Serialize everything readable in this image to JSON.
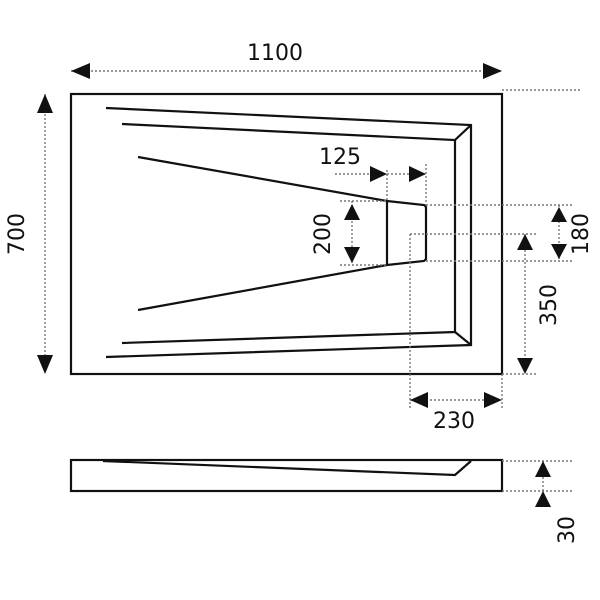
{
  "drawing": {
    "plan_view": {
      "width_label": "1100",
      "depth_label": "700",
      "drain_offset_label": "125",
      "drain_width_label": "200",
      "drain_inner_label": "180",
      "drain_center_from_edge_label": "350",
      "drain_center_from_side_label": "230"
    },
    "side_view": {
      "height_label": "30"
    },
    "colors": {
      "line": "#111111",
      "dimension": "#777777",
      "background": "#ffffff"
    }
  }
}
